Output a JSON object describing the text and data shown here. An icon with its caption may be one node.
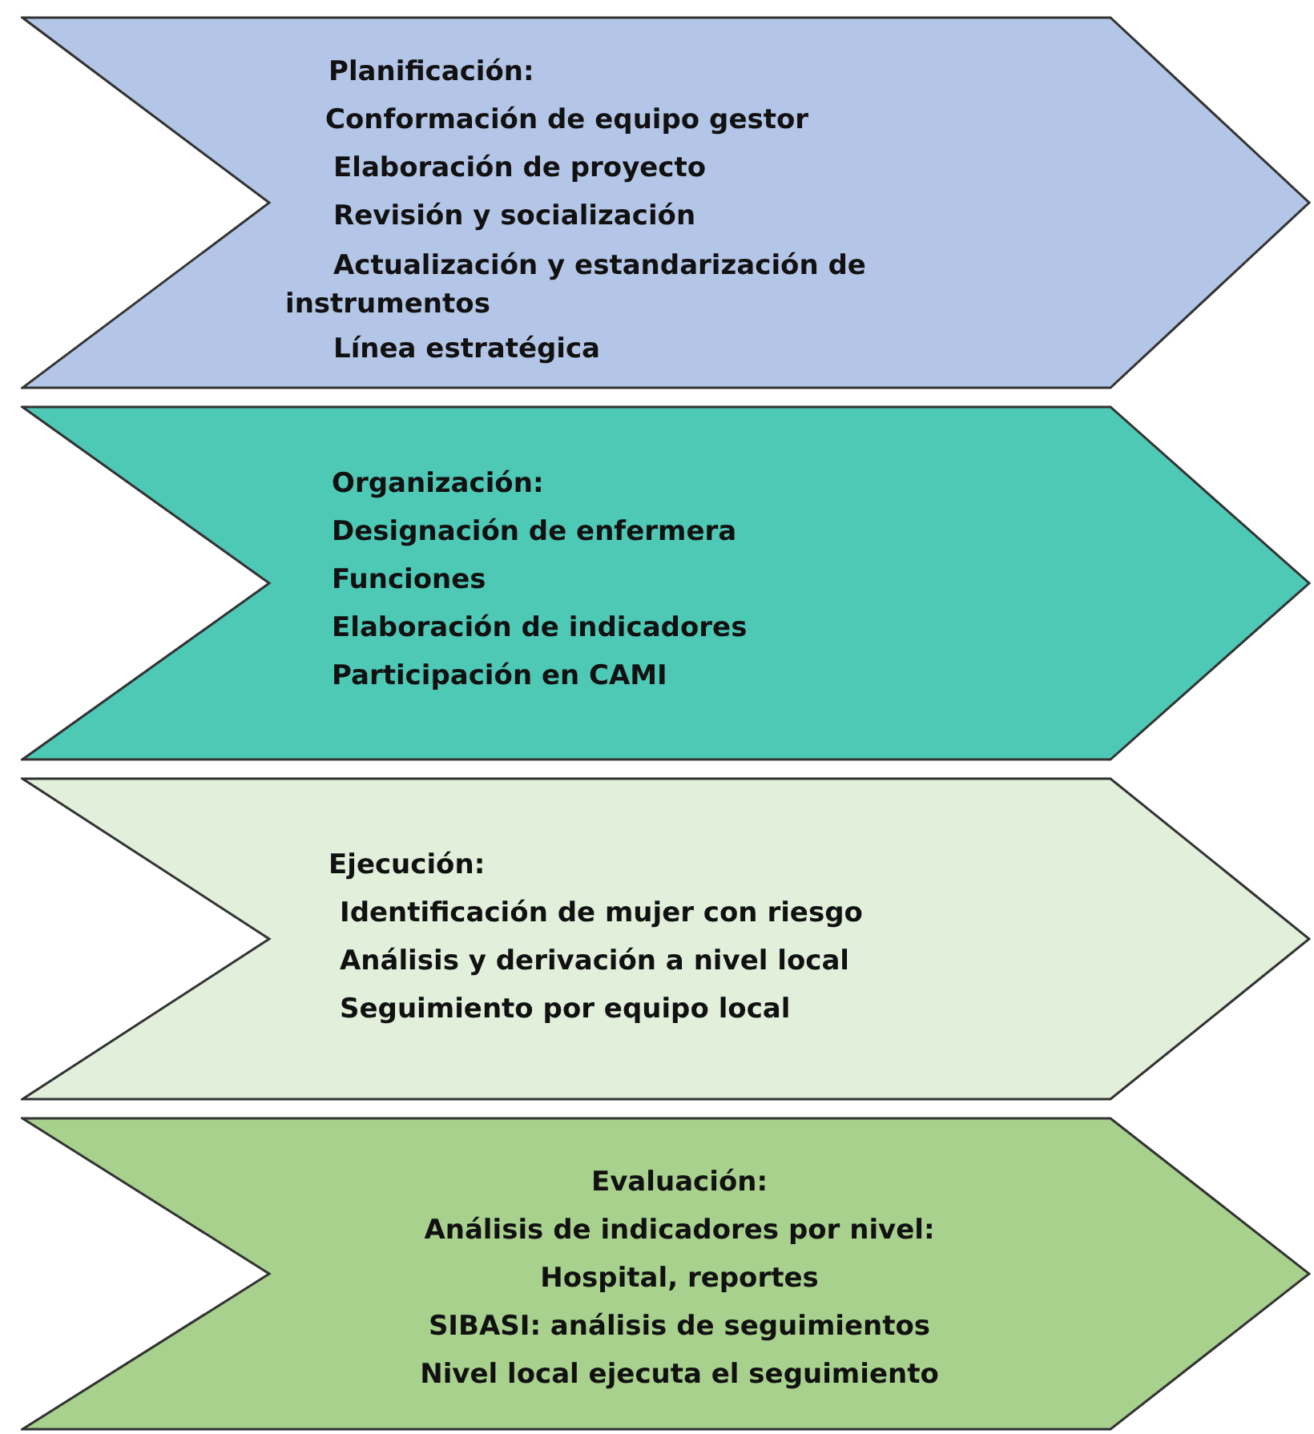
{
  "diagram": {
    "nodes": [
      {
        "text": [
          "Planificación:",
          "Conformación de equipo gestor",
          "Elaboración de proyecto",
          "Revisión y socialización",
          "Actualización y estandarización de instrumentos",
          "Línea estratégica"
        ]
      },
      {
        "text": [
          "Organización:",
          "Designación de enfermera",
          "Funciones",
          "Elaboración de indicadores",
          "Participación en CAMI"
        ]
      },
      {
        "text": [
          "Ejecución:",
          "Identificación de mujer con riesgo",
          "Análisis y derivación a nivel local",
          "Seguimiento por equipo local"
        ]
      },
      {
        "text": [
          "Evaluación:",
          "Análisis de indicadores por nivel:",
          "Hospital, reportes",
          "SIBASI: análisis de seguimientos",
          "Nivel local ejecuta el seguimiento"
        ]
      }
    ],
    "edges": []
  }
}
